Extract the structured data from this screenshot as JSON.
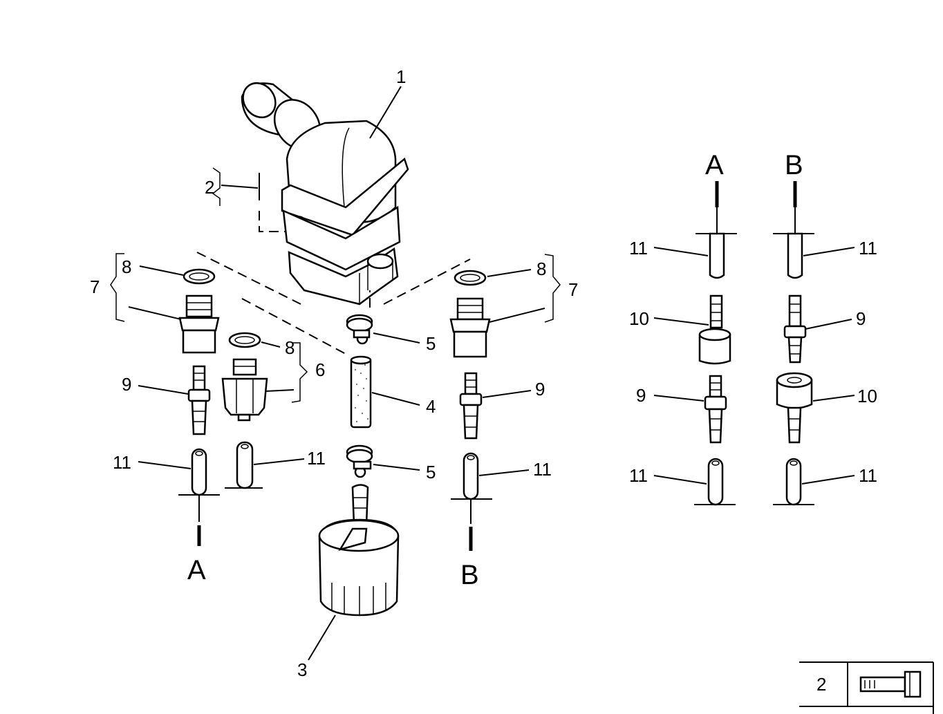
{
  "diagram": {
    "callouts": {
      "c1": "1",
      "c2": "2",
      "c3": "3",
      "c4": "4",
      "c5a": "5",
      "c5b": "5",
      "c6": "6",
      "c7l": "7",
      "c7r": "7",
      "c8l": "8",
      "c8m": "8",
      "c8r": "8",
      "c9l": "9",
      "c9r": "9",
      "c11l": "11",
      "c11m": "11",
      "c11r": "11"
    },
    "connectors": {
      "a_left": "A",
      "b_left": "B"
    },
    "detail": {
      "a_label": "A",
      "b_label": "B",
      "c11_a_top": "11",
      "c11_b_top": "11",
      "c10_a": "10",
      "c9_b": "9",
      "c9_a": "9",
      "c10_b": "10",
      "c11_a_bot": "11",
      "c11_b_bot": "11"
    },
    "legend": {
      "number": "2",
      "icon": "bolt-icon"
    }
  }
}
